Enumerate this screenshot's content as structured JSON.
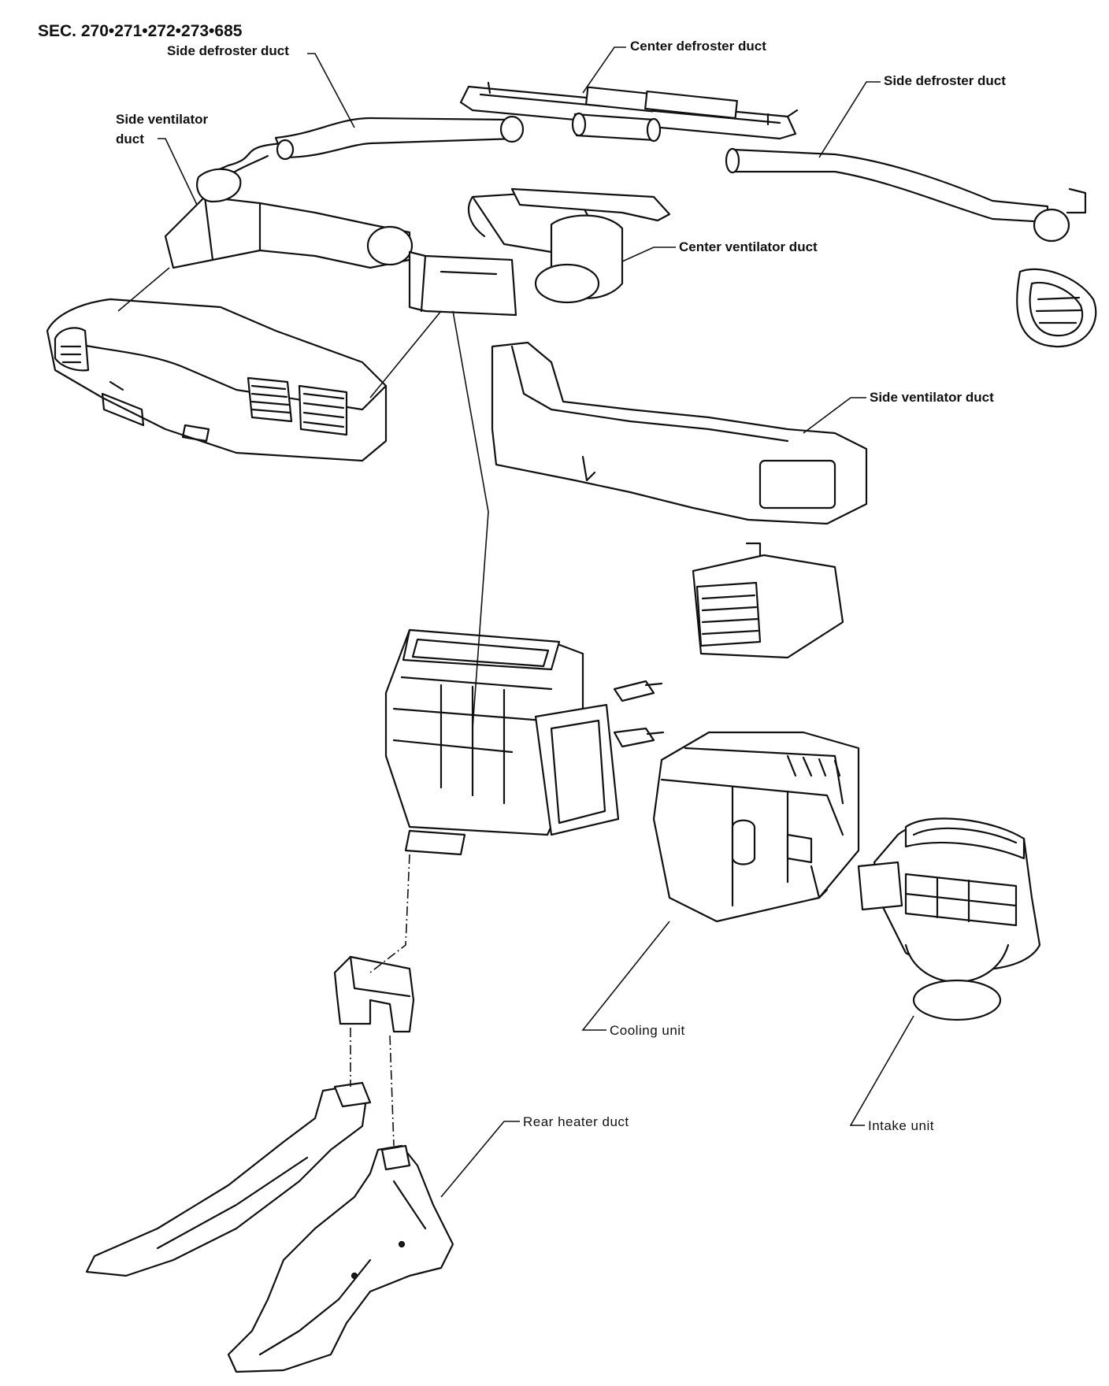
{
  "section_code": "SEC. 270•271•272•273•685",
  "labels": {
    "side_defroster_duct_left": "Side defroster duct",
    "center_defroster_duct": "Center defroster duct",
    "side_defroster_duct_right": "Side defroster duct",
    "side_ventilator_duct_left_line1": "Side ventilator",
    "side_ventilator_duct_left_line2": "duct",
    "center_ventilator_duct": "Center ventilator duct",
    "side_ventilator_duct_right": "Side ventilator duct",
    "cooling_unit": "Cooling unit",
    "rear_heater_duct": "Rear heater duct",
    "intake_unit": "Intake unit"
  }
}
